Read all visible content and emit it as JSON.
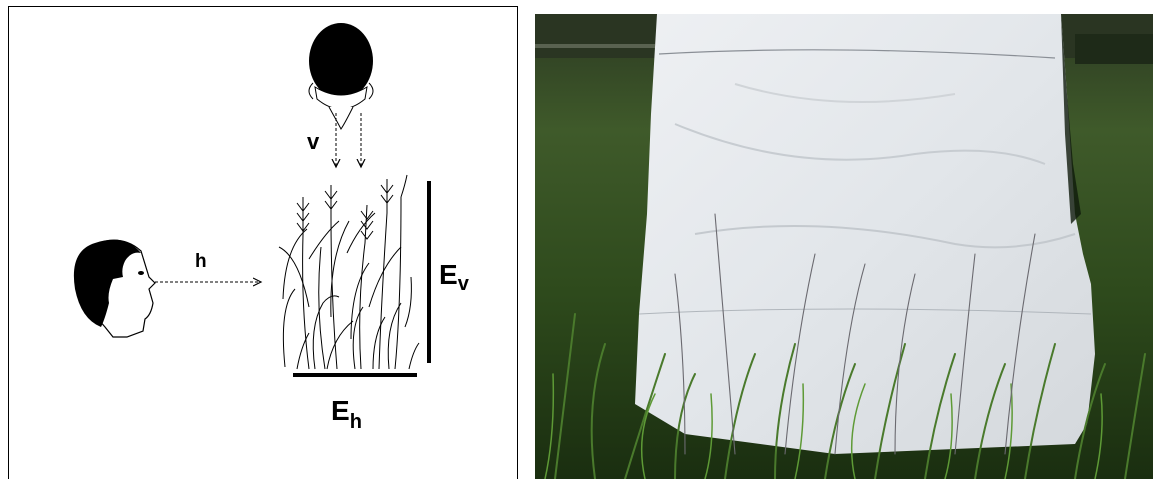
{
  "diagram": {
    "label_v": "v",
    "label_h": "h",
    "label_Ev_main": "E",
    "label_Ev_sub": "v",
    "label_Eh_main": "E",
    "label_Eh_sub": "h"
  },
  "colors": {
    "grass_dark": "#1c3214",
    "grass_mid": "#3a5a22",
    "fabric": "#e6e9ec",
    "forest": "#2a3a22"
  },
  "photo": {
    "subject": "white-fabric-sheet-behind-grass"
  }
}
